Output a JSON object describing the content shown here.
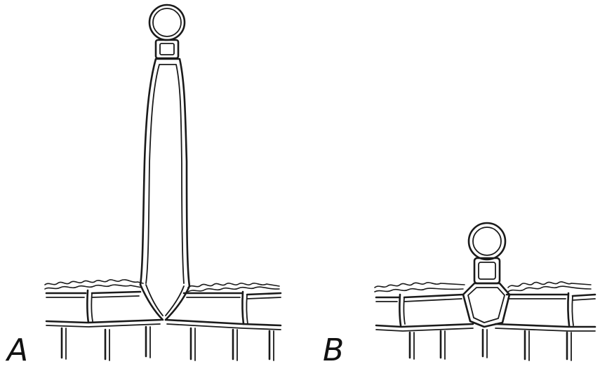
{
  "figure": {
    "panels": [
      {
        "id": "A",
        "label": "A"
      },
      {
        "id": "B",
        "label": "B"
      }
    ],
    "ink_color": "#1a1a1a",
    "background_color": "#ffffff"
  }
}
